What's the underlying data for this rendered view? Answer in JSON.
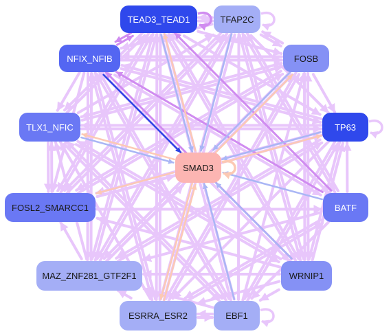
{
  "colors": {
    "edge_light": "#e8c6fb",
    "edge_mid": "#d08cf0",
    "edge_blue": "#a9b6f5",
    "edge_dark": "#2b44e4",
    "edge_peach": "#fcc9b4"
  },
  "nodes": [
    {
      "id": "TEAD3_TEAD1",
      "label": "TEAD3_TEAD1",
      "color": "#2f48ec",
      "text": "#ffffff"
    },
    {
      "id": "TFAP2C",
      "label": "TFAP2C",
      "color": "#a4aef6",
      "text": "#1a1a1a"
    },
    {
      "id": "NFIX_NFIB",
      "label": "NFIX_NFIB",
      "color": "#5466f2",
      "text": "#ffffff"
    },
    {
      "id": "FOSB",
      "label": "FOSB",
      "color": "#8591f5",
      "text": "#1a1a1a"
    },
    {
      "id": "TLX1_NFIC",
      "label": "TLX1_NFIC",
      "color": "#6a78f4",
      "text": "#ffffff"
    },
    {
      "id": "TP63",
      "label": "TP63",
      "color": "#2f48ec",
      "text": "#ffffff"
    },
    {
      "id": "SMAD3",
      "label": "SMAD3",
      "color": "#fcb5b2",
      "text": "#1a1a1a"
    },
    {
      "id": "FOSL2_SMARCC1",
      "label": "FOSL2_SMARCC1",
      "color": "#6a78f4",
      "text": "#1a1a1a"
    },
    {
      "id": "BATF",
      "label": "BATF",
      "color": "#6a78f4",
      "text": "#ffffff"
    },
    {
      "id": "MAZ_ZNF281_GTF2F1",
      "label": "MAZ_ZNF281_GTF2F1",
      "color": "#a4aef6",
      "text": "#1a1a1a"
    },
    {
      "id": "WRNIP1",
      "label": "WRNIP1",
      "color": "#8591f5",
      "text": "#1a1a1a"
    },
    {
      "id": "ESRRA_ESR2",
      "label": "ESRRA_ESR2",
      "color": "#a4aef6",
      "text": "#1a1a1a"
    },
    {
      "id": "EBF1",
      "label": "EBF1",
      "color": "#a4aef6",
      "text": "#1a1a1a"
    }
  ],
  "edges": [
    [
      "TEAD3_TEAD1",
      "SMAD3",
      "blue"
    ],
    [
      "TFAP2C",
      "SMAD3",
      "blue"
    ],
    [
      "NFIX_NFIB",
      "SMAD3",
      "dark"
    ],
    [
      "FOSB",
      "SMAD3",
      "blue"
    ],
    [
      "TLX1_NFIC",
      "SMAD3",
      "blue"
    ],
    [
      "TP63",
      "SMAD3",
      "blue"
    ],
    [
      "FOSL2_SMARCC1",
      "SMAD3",
      "light"
    ],
    [
      "BATF",
      "SMAD3",
      "blue"
    ],
    [
      "MAZ_ZNF281_GTF2F1",
      "SMAD3",
      "light"
    ],
    [
      "WRNIP1",
      "SMAD3",
      "blue"
    ],
    [
      "ESRRA_ESR2",
      "SMAD3",
      "peach"
    ],
    [
      "EBF1",
      "SMAD3",
      "blue"
    ],
    [
      "SMAD3",
      "FOSL2_SMARCC1",
      "peach"
    ],
    [
      "SMAD3",
      "TLX1_NFIC",
      "peach"
    ],
    [
      "SMAD3",
      "TP63",
      "peach"
    ],
    [
      "SMAD3",
      "TEAD3_TEAD1",
      "peach"
    ],
    [
      "SMAD3",
      "FOSB",
      "peach"
    ],
    [
      "SMAD3",
      "ESRRA_ESR2",
      "peach"
    ],
    [
      "BATF",
      "NFIX_NFIB",
      "mid"
    ],
    [
      "BATF",
      "TEAD3_TEAD1",
      "mid"
    ],
    [
      "WRNIP1",
      "NFIX_NFIB",
      "mid"
    ],
    [
      "WRNIP1",
      "TEAD3_TEAD1",
      "light"
    ],
    [
      "EBF1",
      "TEAD3_TEAD1",
      "light"
    ],
    [
      "ESRRA_ESR2",
      "TEAD3_TEAD1",
      "light"
    ],
    [
      "ESRRA_ESR2",
      "NFIX_NFIB",
      "light"
    ],
    [
      "ESRRA_ESR2",
      "TFAP2C",
      "light"
    ],
    [
      "ESRRA_ESR2",
      "FOSB",
      "light"
    ],
    [
      "EBF1",
      "NFIX_NFIB",
      "light"
    ],
    [
      "EBF1",
      "TFAP2C",
      "light"
    ],
    [
      "EBF1",
      "FOSB",
      "light"
    ],
    [
      "EBF1",
      "TP63",
      "light"
    ],
    [
      "MAZ_ZNF281_GTF2F1",
      "TEAD3_TEAD1",
      "light"
    ],
    [
      "MAZ_ZNF281_GTF2F1",
      "TFAP2C",
      "light"
    ],
    [
      "MAZ_ZNF281_GTF2F1",
      "FOSB",
      "light"
    ],
    [
      "MAZ_ZNF281_GTF2F1",
      "TP63",
      "light"
    ],
    [
      "MAZ_ZNF281_GTF2F1",
      "NFIX_NFIB",
      "light"
    ],
    [
      "FOSL2_SMARCC1",
      "TEAD3_TEAD1",
      "light"
    ],
    [
      "FOSL2_SMARCC1",
      "TFAP2C",
      "light"
    ],
    [
      "FOSL2_SMARCC1",
      "FOSB",
      "light"
    ],
    [
      "FOSL2_SMARCC1",
      "TP63",
      "light"
    ],
    [
      "FOSL2_SMARCC1",
      "BATF",
      "light"
    ],
    [
      "TLX1_NFIC",
      "TEAD3_TEAD1",
      "light"
    ],
    [
      "TLX1_NFIC",
      "TFAP2C",
      "light"
    ],
    [
      "TLX1_NFIC",
      "FOSB",
      "light"
    ],
    [
      "TLX1_NFIC",
      "TP63",
      "light"
    ],
    [
      "TLX1_NFIC",
      "WRNIP1",
      "light"
    ],
    [
      "TLX1_NFIC",
      "EBF1",
      "light"
    ],
    [
      "TLX1_NFIC",
      "FOSL2_SMARCC1",
      "light"
    ],
    [
      "FOSL2_SMARCC1",
      "TLX1_NFIC",
      "light"
    ],
    [
      "NFIX_NFIB",
      "FOSB",
      "light"
    ],
    [
      "NFIX_NFIB",
      "TP63",
      "light"
    ],
    [
      "NFIX_NFIB",
      "BATF",
      "light"
    ],
    [
      "NFIX_NFIB",
      "WRNIP1",
      "light"
    ],
    [
      "NFIX_NFIB",
      "EBF1",
      "light"
    ],
    [
      "NFIX_NFIB",
      "ESRRA_ESR2",
      "light"
    ],
    [
      "NFIX_NFIB",
      "MAZ_ZNF281_GTF2F1",
      "light"
    ],
    [
      "NFIX_NFIB",
      "FOSL2_SMARCC1",
      "light"
    ],
    [
      "NFIX_NFIB",
      "TLX1_NFIC",
      "light"
    ],
    [
      "TEAD3_TEAD1",
      "FOSB",
      "light"
    ],
    [
      "TEAD3_TEAD1",
      "TP63",
      "light"
    ],
    [
      "TEAD3_TEAD1",
      "BATF",
      "light"
    ],
    [
      "TEAD3_TEAD1",
      "WRNIP1",
      "light"
    ],
    [
      "TEAD3_TEAD1",
      "EBF1",
      "light"
    ],
    [
      "TEAD3_TEAD1",
      "ESRRA_ESR2",
      "light"
    ],
    [
      "TEAD3_TEAD1",
      "MAZ_ZNF281_GTF2F1",
      "light"
    ],
    [
      "TEAD3_TEAD1",
      "FOSL2_SMARCC1",
      "light"
    ],
    [
      "TEAD3_TEAD1",
      "NFIX_NFIB",
      "mid"
    ],
    [
      "TFAP2C",
      "NFIX_NFIB",
      "light"
    ],
    [
      "TFAP2C",
      "TP63",
      "light"
    ],
    [
      "TFAP2C",
      "BATF",
      "light"
    ],
    [
      "TFAP2C",
      "WRNIP1",
      "light"
    ],
    [
      "TFAP2C",
      "ESRRA_ESR2",
      "light"
    ],
    [
      "TFAP2C",
      "MAZ_ZNF281_GTF2F1",
      "light"
    ],
    [
      "TFAP2C",
      "FOSL2_SMARCC1",
      "light"
    ],
    [
      "FOSB",
      "TLX1_NFIC",
      "light"
    ],
    [
      "FOSB",
      "NFIX_NFIB",
      "light"
    ],
    [
      "FOSB",
      "TP63",
      "light"
    ],
    [
      "FOSB",
      "WRNIP1",
      "light"
    ],
    [
      "FOSB",
      "ESRRA_ESR2",
      "light"
    ],
    [
      "FOSB",
      "MAZ_ZNF281_GTF2F1",
      "light"
    ],
    [
      "FOSB",
      "FOSL2_SMARCC1",
      "light"
    ],
    [
      "TP63",
      "NFIX_NFIB",
      "light"
    ],
    [
      "TP63",
      "TLX1_NFIC",
      "light"
    ],
    [
      "TP63",
      "FOSL2_SMARCC1",
      "light"
    ],
    [
      "TP63",
      "MAZ_ZNF281_GTF2F1",
      "light"
    ],
    [
      "TP63",
      "ESRRA_ESR2",
      "light"
    ],
    [
      "TP63",
      "EBF1",
      "light"
    ],
    [
      "TP63",
      "WRNIP1",
      "light"
    ],
    [
      "BATF",
      "TP63",
      "light"
    ],
    [
      "BATF",
      "TFAP2C",
      "light"
    ],
    [
      "BATF",
      "MAZ_ZNF281_GTF2F1",
      "light"
    ],
    [
      "BATF",
      "ESRRA_ESR2",
      "light"
    ],
    [
      "BATF",
      "EBF1",
      "light"
    ],
    [
      "WRNIP1",
      "TLX1_NFIC",
      "light"
    ],
    [
      "WRNIP1",
      "FOSL2_SMARCC1",
      "light"
    ],
    [
      "WRNIP1",
      "MAZ_ZNF281_GTF2F1",
      "light"
    ],
    [
      "WRNIP1",
      "ESRRA_ESR2",
      "light"
    ],
    [
      "WRNIP1",
      "EBF1",
      "light"
    ],
    [
      "WRNIP1",
      "TP63",
      "light"
    ],
    [
      "WRNIP1",
      "FOSB",
      "light"
    ],
    [
      "WRNIP1",
      "TFAP2C",
      "light"
    ],
    [
      "EBF1",
      "ESRRA_ESR2",
      "light"
    ],
    [
      "ESRRA_ESR2",
      "EBF1",
      "light"
    ],
    [
      "EBF1",
      "MAZ_ZNF281_GTF2F1",
      "light"
    ],
    [
      "ESRRA_ESR2",
      "MAZ_ZNF281_GTF2F1",
      "light"
    ],
    [
      "MAZ_ZNF281_GTF2F1",
      "FOSL2_SMARCC1",
      "light"
    ],
    [
      "MAZ_ZNF281_GTF2F1",
      "TLX1_NFIC",
      "light"
    ],
    [
      "ESRRA_ESR2",
      "TLX1_NFIC",
      "light"
    ],
    [
      "EBF1",
      "TLX1_NFIC",
      "light"
    ],
    [
      "NFIX_NFIB",
      "TEAD3_TEAD1",
      "mid"
    ],
    [
      "TFAP2C",
      "TEAD3_TEAD1",
      "light"
    ],
    [
      "TEAD3_TEAD1",
      "TFAP2C",
      "light"
    ],
    [
      "TFAP2C",
      "FOSB",
      "light"
    ],
    [
      "FOSB",
      "TFAP2C",
      "light"
    ],
    [
      "ESRRA_ESR2",
      "BATF",
      "light"
    ],
    [
      "TEAD3_TEAD1",
      "TLX1_NFIC",
      "light"
    ]
  ],
  "self_loops": [
    [
      "TFAP2C",
      "light"
    ],
    [
      "TP63",
      "light"
    ],
    [
      "SMAD3",
      "peach"
    ],
    [
      "EBF1",
      "light"
    ],
    [
      "TEAD3_TEAD1",
      "mid"
    ]
  ]
}
